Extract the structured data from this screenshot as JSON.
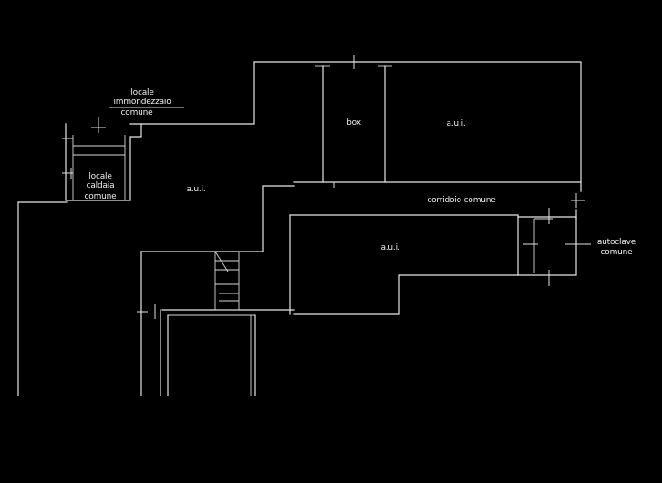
{
  "plan": {
    "background": "#000000",
    "line_color": "#e6e6e6",
    "labels": {
      "locale_immondezzaio_line1": "locale",
      "locale_immondezzaio_line2": "immondezzaio",
      "locale_immondezzaio_line3": "comune",
      "locale_caldaia_line1": "locale",
      "locale_caldaia_line2": "caldaia",
      "locale_caldaia_line3": "comune",
      "aui_left": "a.u.i.",
      "box": "box",
      "aui_top_right": "a.u.i.",
      "corridoio_comune": "corridoio comune",
      "aui_center": "a.u.i.",
      "autoclave_line1": "autoclave",
      "autoclave_line2": "comune"
    }
  }
}
